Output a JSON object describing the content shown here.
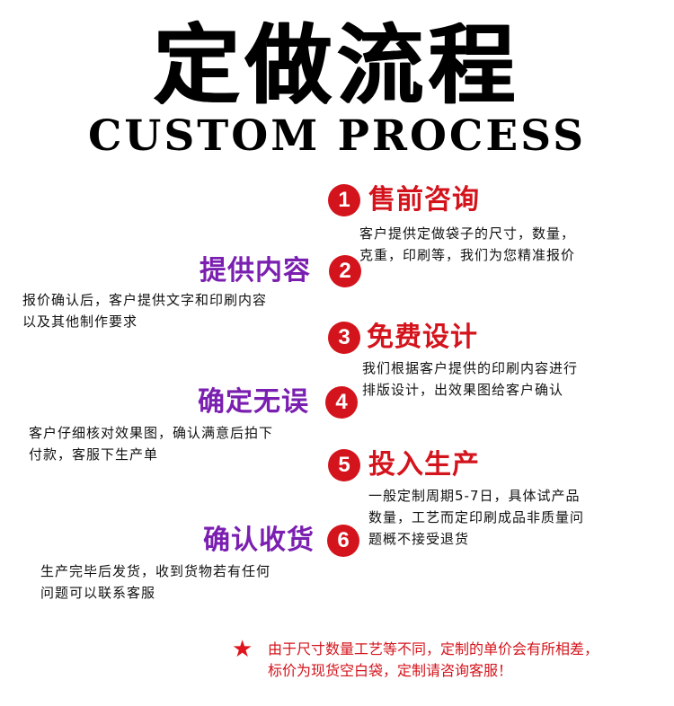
{
  "header": {
    "title": "定做流程",
    "subtitle": "CUSTOM PROCESS"
  },
  "steps": [
    {
      "number": "1",
      "title": "售前咨询",
      "lines": [
        "客户提供定做袋子的尺寸，数量，",
        "克重，印刷等，我们为您精准报价"
      ]
    },
    {
      "number": "2",
      "title": "提供内容",
      "lines": [
        "报价确认后，客户提供文字和印刷内容",
        "以及其他制作要求"
      ]
    },
    {
      "number": "3",
      "title": "免费设计",
      "lines": [
        "我们根据客户提供的印刷内容进行",
        "排版设计，出效果图给客户确认"
      ]
    },
    {
      "number": "4",
      "title": "确定无误",
      "lines": [
        "客户仔细核对效果图，确认满意后拍下",
        "付款，客服下生产单"
      ]
    },
    {
      "number": "5",
      "title": "投入生产",
      "lines": [
        "一般定制周期5-7日，具体试产品",
        "数量，工艺而定印刷成品非质量问",
        "题概不接受退货"
      ]
    },
    {
      "number": "6",
      "title": "确认收货",
      "lines": [
        "生产完毕后发货，收到货物若有任何",
        "问题可以联系客服"
      ]
    }
  ],
  "note": {
    "icon": "star-icon",
    "lines": [
      "由于尺寸数量工艺等不同，定制的单价会有所相差，",
      "标价为现货空白袋，定制请咨询客服！"
    ]
  },
  "colors": {
    "accent_red": "#d4141c",
    "accent_purple": "#7a1fb0"
  }
}
